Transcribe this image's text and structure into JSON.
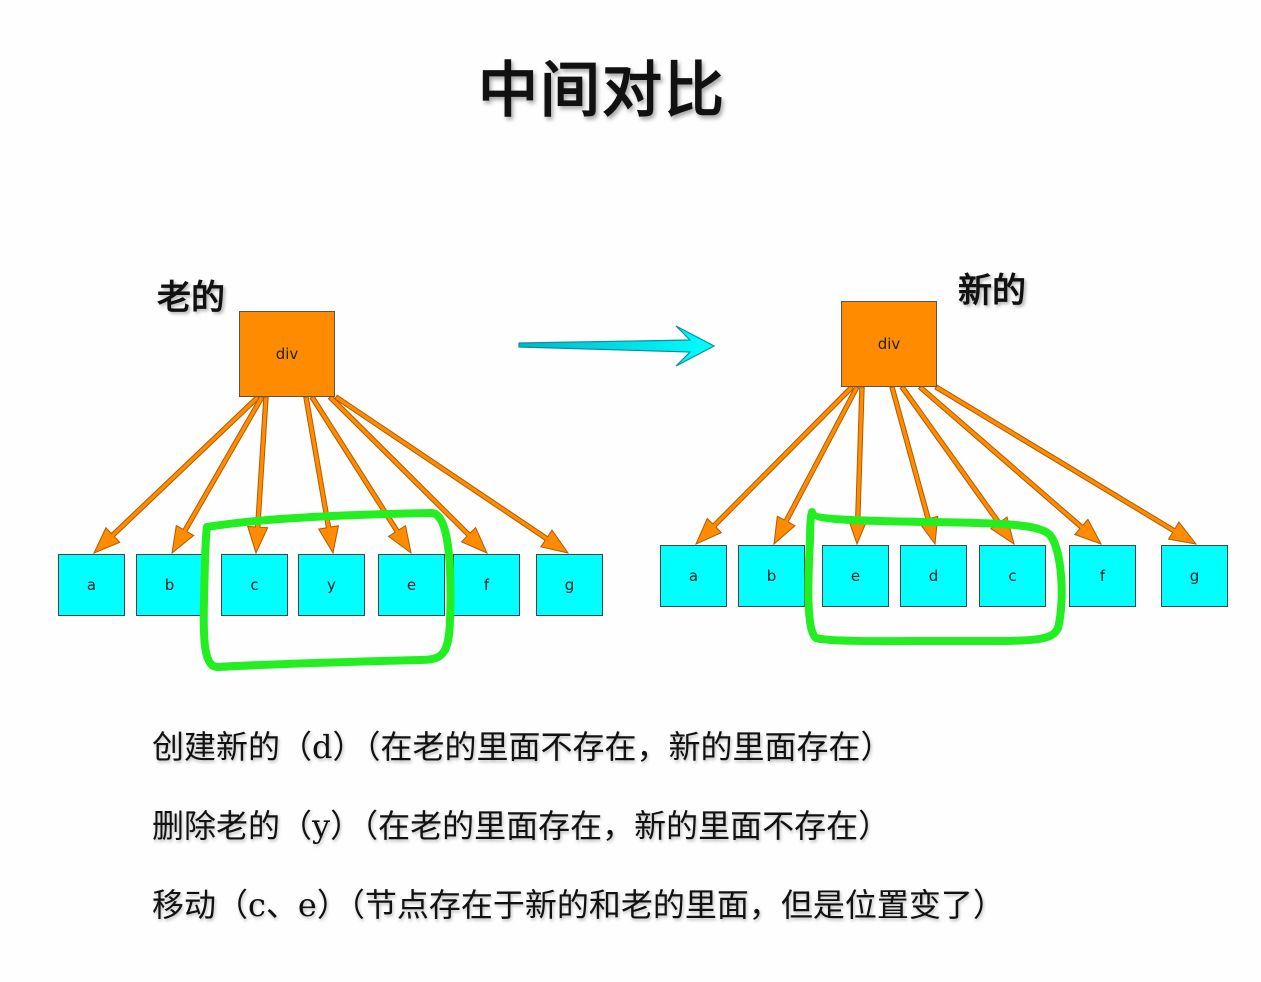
{
  "title": "中间对比",
  "old_tree": {
    "label": "老的",
    "root": "div",
    "children": [
      "a",
      "b",
      "c",
      "y",
      "e",
      "f",
      "g"
    ]
  },
  "new_tree": {
    "label": "新的",
    "root": "div",
    "children": [
      "a",
      "b",
      "e",
      "d",
      "c",
      "f",
      "g"
    ]
  },
  "colors": {
    "root_fill": "#ff8c00",
    "node_fill": "#00ffff",
    "highlight_stroke": "#22ee22",
    "arrow_fill": "#00ffff"
  },
  "notes": [
    "创建新的（d）（在老的里面不存在，新的里面存在）",
    "删除老的（y）（在老的里面存在，新的里面不存在）",
    "移动（c、e）（节点存在于新的和老的里面，但是位置变了）"
  ]
}
